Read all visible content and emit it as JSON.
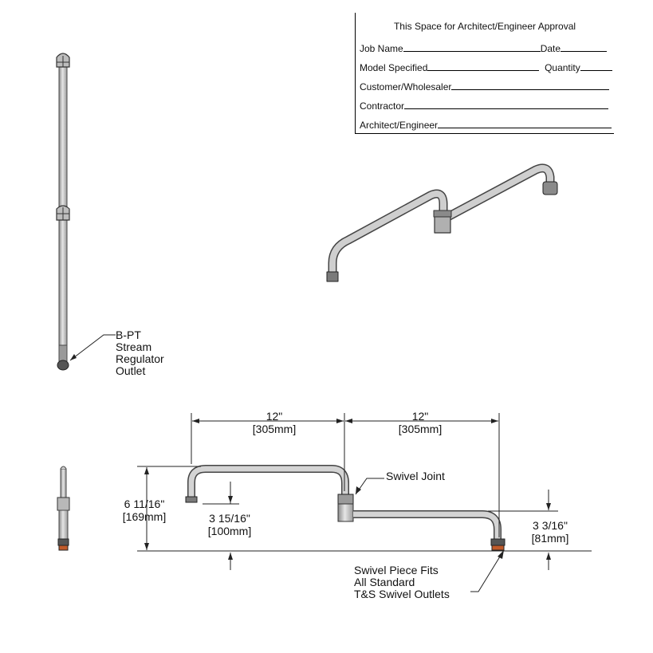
{
  "approval": {
    "title": "This Space for Architect/Engineer Approval",
    "job_name": "Job Name",
    "date": "Date",
    "model_specified": "Model Specified",
    "quantity": "Quantity",
    "customer": "Customer/Wholesaler",
    "contractor": "Contractor",
    "architect": "Architect/Engineer"
  },
  "labels": {
    "outlet_line1": "B-PT",
    "outlet_line2": "Stream",
    "outlet_line3": "Regulator",
    "outlet_line4": "Outlet",
    "swivel_joint": "Swivel Joint",
    "swivel_fits_line1": "Swivel Piece Fits",
    "swivel_fits_line2": "All Standard",
    "swivel_fits_line3": "T&S Swivel Outlets"
  },
  "dimensions": {
    "span_left_in": "12\"",
    "span_left_mm": "305mm",
    "span_right_in": "12\"",
    "span_right_mm": "305mm",
    "height_total_in": "6 11/16\"",
    "height_total_mm": "169mm",
    "spout_drop_in": "3 15/16\"",
    "spout_drop_mm": "100mm",
    "swivel_height_in": "3 3/16\"",
    "swivel_height_mm": "81mm"
  },
  "colors": {
    "pipe_fill": "#c8c8c8",
    "pipe_stroke": "#4a4a4a",
    "dark_part": "#555555",
    "orange_part": "#c05a2a"
  }
}
